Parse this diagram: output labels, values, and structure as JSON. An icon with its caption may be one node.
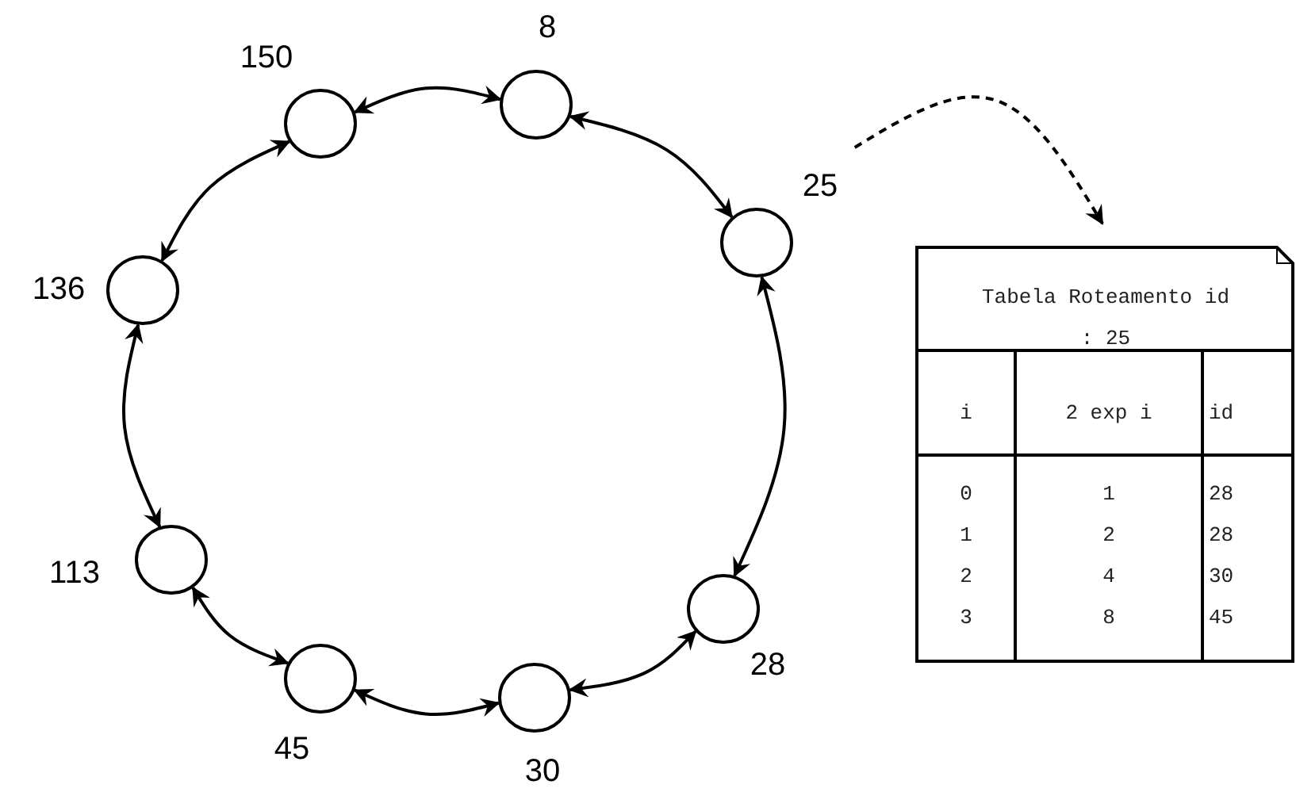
{
  "diagram": {
    "nodes": [
      {
        "text": [],
        "shape": "circle",
        "beside": [
          "8"
        ]
      },
      {
        "text": [],
        "shape": "circle",
        "beside": [
          "25"
        ]
      },
      {
        "text": [],
        "shape": "circle",
        "beside": [
          "28"
        ]
      },
      {
        "text": [],
        "shape": "circle",
        "beside": [
          "30"
        ]
      },
      {
        "text": [],
        "shape": "circle",
        "beside": [
          "45"
        ]
      },
      {
        "text": [],
        "shape": "circle",
        "beside": [
          "113"
        ]
      },
      {
        "text": [],
        "shape": "circle",
        "beside": [
          "136"
        ]
      },
      {
        "text": [],
        "shape": "circle",
        "beside": [
          "150"
        ]
      },
      {
        "text": [
          "Tabela Roteamento id : 25"
        ]
      }
    ],
    "edges": [
      {
        "from": 7,
        "to": 0,
        "arrow": "both"
      },
      {
        "from": 0,
        "to": 1,
        "arrow": "both"
      },
      {
        "from": 1,
        "to": 2,
        "arrow": "both"
      },
      {
        "from": 2,
        "to": 3,
        "arrow": "both"
      },
      {
        "from": 3,
        "to": 4,
        "arrow": "both"
      },
      {
        "from": 4,
        "to": 5,
        "arrow": "both"
      },
      {
        "from": 5,
        "to": 6,
        "arrow": "both"
      },
      {
        "from": 6,
        "to": 7,
        "arrow": "both"
      },
      {
        "from": 1,
        "to": 8,
        "arrow": "to",
        "style": "dashed"
      }
    ],
    "labels": [
      "i",
      "2 exp i",
      "id",
      "0",
      "1",
      "28",
      "1",
      "2",
      "28",
      "2",
      "4",
      "30",
      "3",
      "8",
      "45"
    ]
  }
}
